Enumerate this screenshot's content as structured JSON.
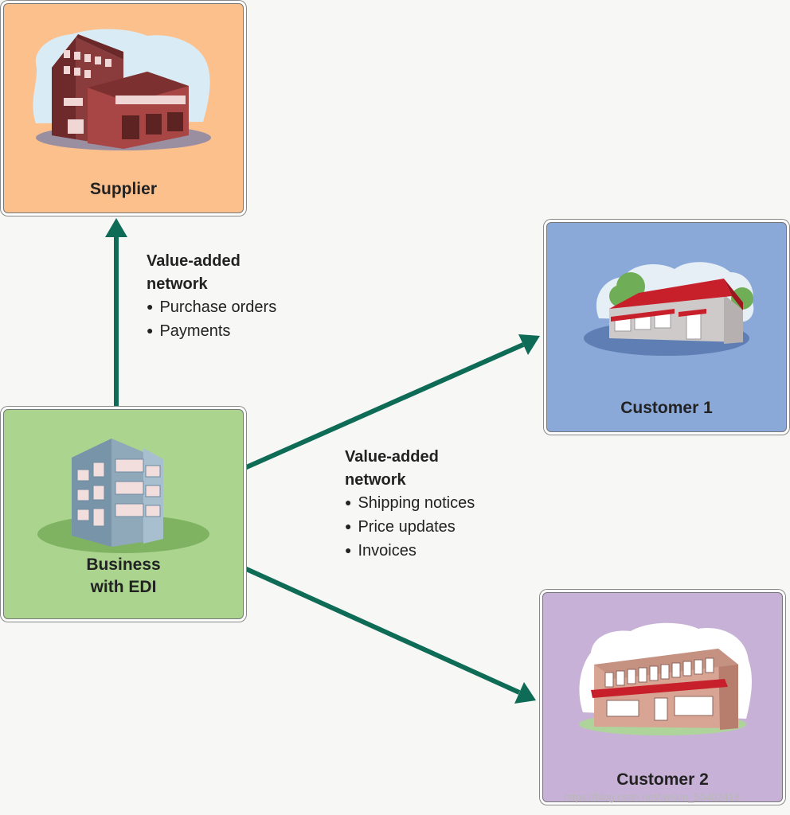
{
  "nodes": {
    "supplier": {
      "label": "Supplier"
    },
    "business": {
      "label_line1": "Business",
      "label_line2": "with EDI"
    },
    "customer1": {
      "label": "Customer 1"
    },
    "customer2": {
      "label": "Customer 2"
    }
  },
  "notes": {
    "supplier_link": {
      "title_line1": "Value-added",
      "title_line2": "network",
      "items": [
        "Purchase orders",
        "Payments"
      ]
    },
    "customer_link": {
      "title_line1": "Value-added",
      "title_line2": "network",
      "items": [
        "Shipping notices",
        "Price updates",
        "Invoices"
      ]
    }
  },
  "watermark": "https://blog.csdn.net/weixin_50402418",
  "colors": {
    "arrow": "#0e6b55",
    "supplier_bg": "#fcc08d",
    "business_bg": "#abd58f",
    "customer1_bg": "#8aa8d8",
    "customer2_bg": "#c8b1d6"
  },
  "icons": {
    "supplier": "factory-building-icon",
    "business": "office-building-icon",
    "customer1": "store-building-icon",
    "customer2": "shop-building-icon"
  }
}
